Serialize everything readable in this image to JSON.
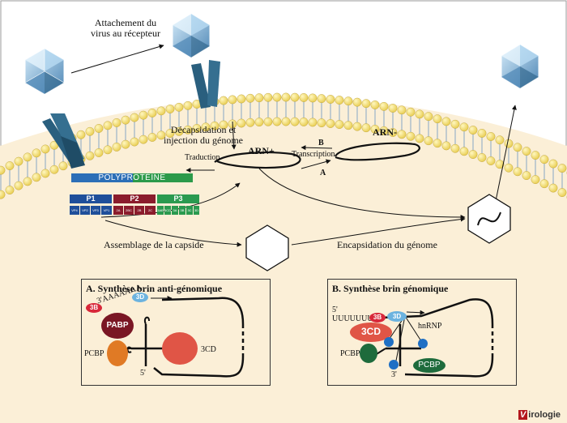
{
  "labels": {
    "attachment": [
      "Attachement du",
      "virus au récepteur"
    ],
    "uncoating": [
      "Décapsidation et",
      "injection du génome"
    ],
    "translation": "Traduction",
    "transcription": "Transcription",
    "rna_plus": "ARN+",
    "rna_minus": "ARN-",
    "arrow_a": "A",
    "arrow_b": "B",
    "capsid_assembly": "Assemblage de la capside",
    "genome_encapsidation": "Encapsidation du génome"
  },
  "polyprotein": {
    "label": "POLYPROTÉINE",
    "p1": "P1",
    "p2": "P2",
    "p3": "P3",
    "p1_parts": [
      "VP4",
      "VP2",
      "VP3",
      "VP1"
    ],
    "p2_parts": [
      "2A",
      "2BC",
      "2B",
      "2C"
    ],
    "p3_parts": [
      "3AB",
      "3CD",
      "3A",
      "3B",
      "3C",
      "3D"
    ]
  },
  "panel_a": {
    "title": "A. Synthèse brin anti-génomique",
    "b3": "3B",
    "d3": "3D",
    "polya": "3'AAAAAAA",
    "pabp": "PABP",
    "pcbp": "PCBP",
    "cd3": "3CD",
    "five_prime": "5'"
  },
  "panel_b": {
    "title": "B. Synthèse brin génomique",
    "five_prime": "5'",
    "polyu": "UUUUUUU",
    "b3": "3B",
    "d3": "3D",
    "cd3": "3CD",
    "hnrnp": "hnRNP",
    "pcbp_left": "PCBP",
    "pcbp_right": "PCBP",
    "three_prime": "3'"
  },
  "logo": {
    "mark": "V",
    "text": "irologie"
  },
  "colors": {
    "cytoplasm": "#fbefd7",
    "lipid_head": "#f3e079",
    "receptor": "#2a5f7e",
    "virus": "#8fb8d6",
    "polyprotein_blue": "#2c6fb7",
    "polyprotein_green": "#2c9a4a",
    "p1": "#1f4f9a",
    "p2": "#8b1c2c",
    "p3": "#2a9a4f",
    "pabp": "#7a1624",
    "cd3": "#e05546",
    "pcbp_orange": "#e07a25",
    "pcbp_green": "#1e6b3c",
    "d3": "#6cb3df",
    "b3": "#d8283a",
    "hnrnp": "#1e6fc4"
  }
}
